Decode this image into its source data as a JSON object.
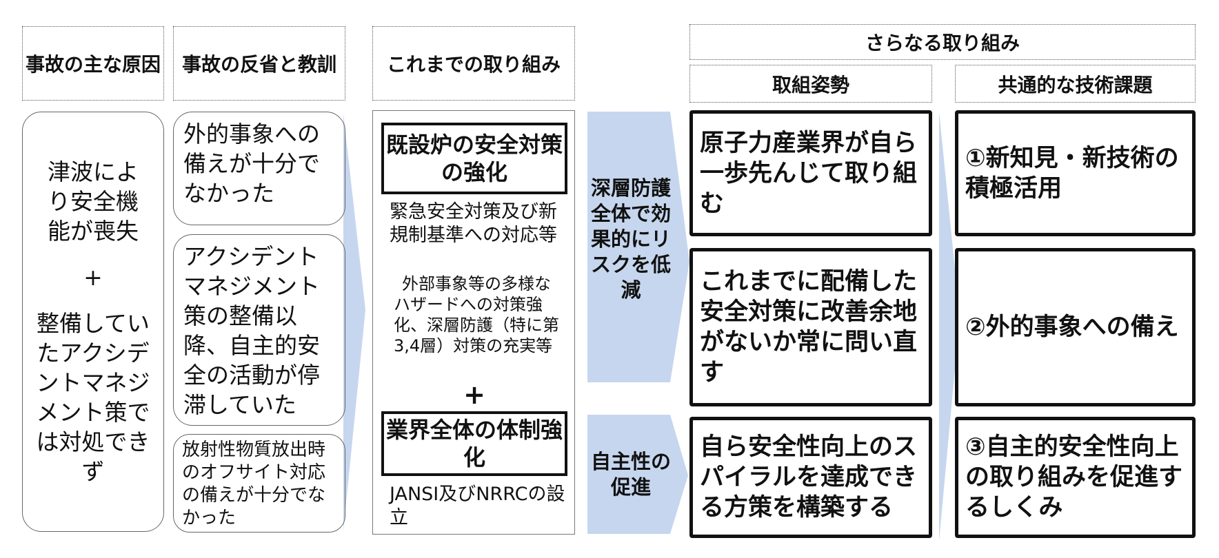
{
  "headers": {
    "col1": "事故の主な原因",
    "col2": "事故の反省と教訓",
    "col3": "これまでの取り組み",
    "further": "さらなる取り組み",
    "stance": "取組姿勢",
    "common": "共通的な技術課題"
  },
  "causes": {
    "part1": "津波により安全機能が喪失",
    "plus": "+",
    "part2": "整備していたアクシデントマネジメント策では対処できず"
  },
  "lessons": [
    "外的事象への備えが十分でなかった",
    "アクシデントマネジメント策の整備以降、自主的安全の活動が停滞していた",
    "放射性物質放出時のオフサイト対応の備えが十分でなかった"
  ],
  "efforts": {
    "box1": "既設炉の安全対策の強化",
    "text1": "緊急安全対策及び新規制基準への対応等",
    "text2": "外部事象等の多様なハザードへの対策強化、深層防護（特に第3,4層）対策の充実等",
    "plus": "+",
    "box2": "業界全体の体制強化",
    "text3": "JANSI及びNRRCの設立"
  },
  "arrows": {
    "upper": "深層防護全体で効果的にリスクを低減",
    "lower": "自主性の促進"
  },
  "stances": [
    "原子力産業界が自ら一歩先んじて取り組む",
    "これまでに配備した安全対策に改善余地がないか常に問い直す",
    "自ら安全性向上のスパイラルを達成できる方策を構築する"
  ],
  "issues": [
    "①新知見・新技術の積極活用",
    "②外的事象への備え",
    "③自主的安全性向上の取り組みを促進するしくみ"
  ],
  "colors": {
    "arrow_fill": "#c6d6ee",
    "border": "#111111"
  }
}
